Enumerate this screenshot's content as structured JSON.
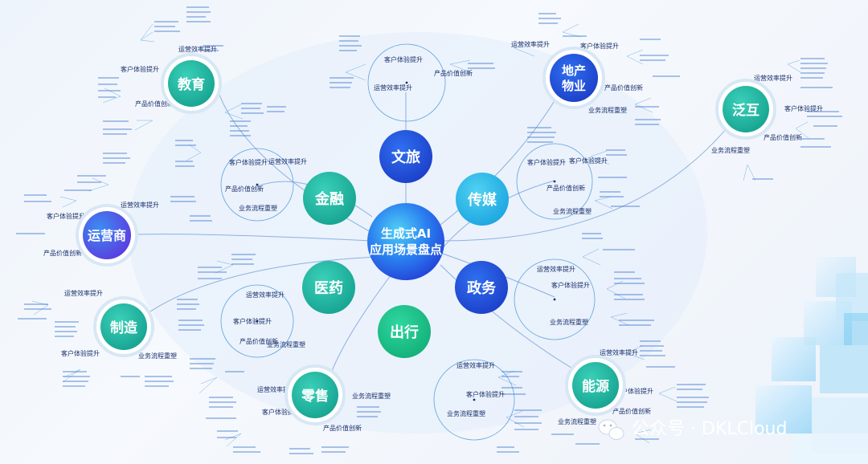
{
  "center": {
    "line1": "生成式AI",
    "line2": "应用场景盘点"
  },
  "categories": {
    "culture_tourism": "文旅",
    "finance": "金融",
    "media": "传媒",
    "medicine": "医药",
    "government": "政务",
    "mobility": "出行",
    "education": "教育",
    "telecom": "运营商",
    "manufacturing": "制造",
    "retail": "零售",
    "energy": "能源",
    "pan_interactive": "泛互",
    "real_estate_line1": "地产",
    "real_estate_line2": "物业"
  },
  "branches": {
    "ops": "运营效率提升",
    "cx": "客户体验提升",
    "value": "产品价值创新",
    "flow": "业务流程重塑"
  },
  "watermark": {
    "text": "公众号 · DKLCloud"
  }
}
